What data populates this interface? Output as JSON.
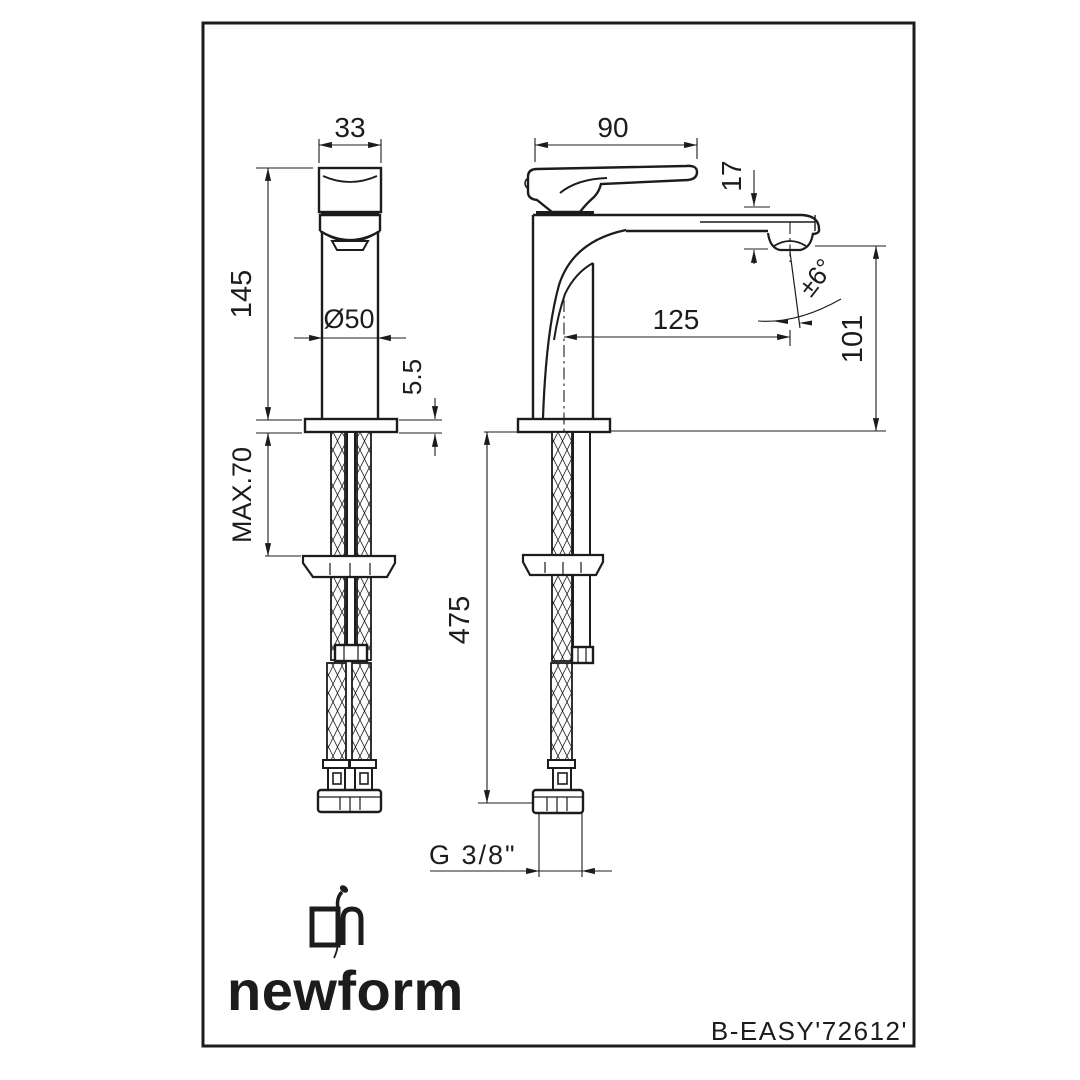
{
  "page": {
    "background": "#ffffff",
    "line_color": "#1c1c1c"
  },
  "brand": {
    "wordmark": "newform"
  },
  "title_block": {
    "model_code": "B-EASY'72612'"
  },
  "front_view": {
    "dim_top_width": "33",
    "dim_height": "145",
    "dim_base_diameter": "Ø50",
    "dim_deck_thickness": "5.5",
    "dim_max_counter_thickness": "MAX.70"
  },
  "side_view": {
    "dim_handle_length": "90",
    "dim_spout_tip_drop": "17",
    "dim_spout_reach": "125",
    "dim_handle_swivel_angle": "±6°",
    "dim_spout_height": "101",
    "dim_hose_length": "475",
    "dim_supply_thread": "G 3/8\""
  }
}
